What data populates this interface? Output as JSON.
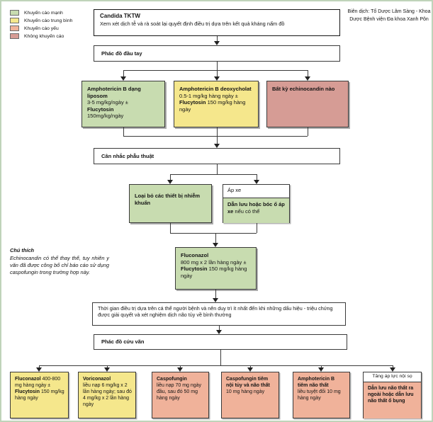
{
  "colors": {
    "strong": "#c8dcb0",
    "medium": "#f5e78c",
    "weak": "#f0b29a",
    "none": "#d69c95",
    "line": "#3a3a3a",
    "frame": "#bfd3ba"
  },
  "legend": {
    "items": [
      {
        "label": "Khuyến cáo mạnh",
        "tone": "strong"
      },
      {
        "label": "Khuyến cáo trung bình",
        "tone": "medium"
      },
      {
        "label": "Khuyến cáo yếu",
        "tone": "weak"
      },
      {
        "label": "Không khuyến cáo",
        "tone": "none"
      }
    ]
  },
  "credit": {
    "text": "Biên dịch: Tổ Dược Lâm Sàng - Khoa Dược Bệnh viện Đa khoa Xanh Pôn"
  },
  "root": {
    "title": "Candida TKTW",
    "subtitle": "Xem xét dịch tễ và rà soát lại quyết định điều trị dựa trên kết quả kháng nấm đồ"
  },
  "first_line": {
    "label": "Phác đồ đầu tay",
    "options": [
      {
        "tone": "strong",
        "segments": [
          {
            "t": "Amphotericin B dạng liposom",
            "b": true
          },
          {
            "br": true
          },
          {
            "t": "3-5 mg/kg/ngày ±",
            "b": false
          },
          {
            "br": true
          },
          {
            "t": "Flucytosin",
            "b": true
          },
          {
            "br": true
          },
          {
            "t": "150mg/kg/ngày",
            "b": false
          }
        ]
      },
      {
        "tone": "medium",
        "segments": [
          {
            "t": "Amphotericin B deoxycholat",
            "b": true
          },
          {
            "br": true
          },
          {
            "t": "0.5-1 mg/kg hàng ngày ± ",
            "b": false
          },
          {
            "t": "Flucytosin",
            "b": true
          },
          {
            "t": " 150 mg/kg hàng ngày",
            "b": false
          }
        ]
      },
      {
        "tone": "none",
        "segments": [
          {
            "t": "Bất kỳ echinocandin nào",
            "b": true
          }
        ]
      }
    ]
  },
  "surgery": {
    "label": "Cân nhắc phẫu thuật",
    "remove_devices": {
      "tone": "strong",
      "segments": [
        {
          "t": "Loại bỏ các thiết bị nhiễm khuẩn",
          "b": true
        }
      ]
    },
    "abscess": {
      "header": "Áp xe",
      "tone": "strong",
      "segments": [
        {
          "t": "Dẫn lưu hoặc bóc ổ áp xe",
          "b": true
        },
        {
          "t": " nếu có thể",
          "b": false
        }
      ]
    }
  },
  "consolidation": {
    "fluconazole": {
      "tone": "strong",
      "segments": [
        {
          "t": "Fluconazol",
          "b": true
        },
        {
          "br": true
        },
        {
          "t": "800 mg x 2 lần hàng ngày ± ",
          "b": false
        },
        {
          "t": "Flucytosin",
          "b": true
        },
        {
          "t": " 150 mg/kg hàng ngày",
          "b": false
        }
      ]
    }
  },
  "note": {
    "title": "Chú thích",
    "body": "Echinocandin có thể thay thế, tuy nhiên y văn đã được công bố chỉ báo cáo sử dụng caspofungin trong trường hợp này."
  },
  "duration": {
    "text": "Thời gian điều trị dựa trên cá thể người bệnh và nên duy trì ít nhất đến khi những dấu hiệu - triệu chứng được giải quyết và xét nghiệm dịch não tủy về bình thường"
  },
  "salvage": {
    "label": "Phác đồ cứu vãn",
    "options": [
      {
        "tone": "medium",
        "segments": [
          {
            "t": "Fluconazol",
            "b": true
          },
          {
            "t": " 400-800 mg hàng ngày ± ",
            "b": false
          },
          {
            "t": "Flucytosin",
            "b": true
          },
          {
            "t": " 150 mg/kg hàng ngày",
            "b": false
          }
        ]
      },
      {
        "tone": "medium",
        "segments": [
          {
            "t": "Voriconazol",
            "b": true
          },
          {
            "br": true
          },
          {
            "t": "liều nạp 6 mg/kg x 2 lần hàng ngày; sau đó 4 mg/kg x 2 lần hàng ngày",
            "b": false
          }
        ]
      },
      {
        "tone": "weak",
        "segments": [
          {
            "t": "Caspofungin",
            "b": true
          },
          {
            "br": true
          },
          {
            "t": "liều nạp 70 mg ngày đầu, sau đó 50 mg hàng ngày",
            "b": false
          }
        ]
      },
      {
        "tone": "weak",
        "segments": [
          {
            "t": "Caspofungin tiêm nội tủy và não thất",
            "b": true
          },
          {
            "br": true
          },
          {
            "t": "10 mg hàng ngày",
            "b": false
          }
        ]
      },
      {
        "tone": "weak",
        "segments": [
          {
            "t": "Amphotericin B tiêm não thất",
            "b": true
          },
          {
            "br": true
          },
          {
            "t": "liều tuyệt đối 10 mg hàng ngày",
            "b": false
          }
        ]
      }
    ],
    "icp": {
      "header": "Tăng áp lực nội sọ",
      "tone": "weak",
      "segments": [
        {
          "t": "Dẫn lưu não thất ra ngoài hoặc dẫn lưu não thất ổ bụng",
          "b": true
        }
      ]
    }
  }
}
